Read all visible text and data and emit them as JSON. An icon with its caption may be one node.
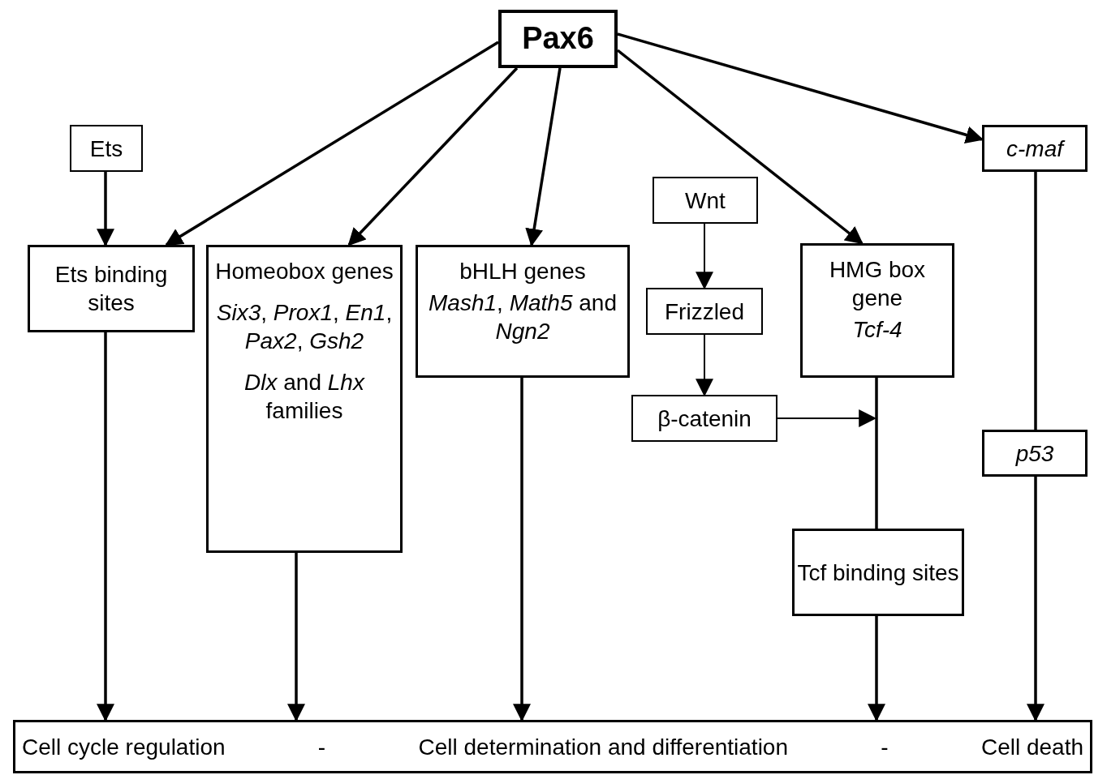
{
  "diagram": {
    "nodes": [
      {
        "text": [
          "Pax6"
        ]
      },
      {
        "text": [
          "Ets"
        ]
      },
      {
        "text": [
          "Ets binding sites"
        ]
      },
      {
        "text": [
          "Homeobox genes",
          "*Six3*, *Prox1*, *En1*, *Pax2*, *Gsh2*",
          "*Dlx* and *Lhx* families"
        ]
      },
      {
        "text": [
          "bHLH genes",
          "*Mash1*, *Math5* and *Ngn2*"
        ]
      },
      {
        "text": [
          "Wnt"
        ]
      },
      {
        "text": [
          "Frizzled"
        ]
      },
      {
        "text": [
          "β-catenin"
        ]
      },
      {
        "text": [
          "HMG box gene",
          "*Tcf-4*"
        ]
      },
      {
        "text": [
          "*c-maf*"
        ]
      },
      {
        "text": [
          "*p53*"
        ]
      },
      {
        "text": [
          "Tcf binding sites"
        ]
      },
      {
        "text": [
          "Cell cycle regulation",
          "-",
          "Cell determination and differentiation",
          "-",
          "Cell death"
        ]
      }
    ],
    "edges": [
      {
        "from": 0,
        "to": 2,
        "arrow": "to"
      },
      {
        "from": 0,
        "to": 3,
        "arrow": "to"
      },
      {
        "from": 0,
        "to": 4,
        "arrow": "to"
      },
      {
        "from": 0,
        "to": 8,
        "arrow": "to"
      },
      {
        "from": 0,
        "to": 9,
        "arrow": "to"
      },
      {
        "from": 1,
        "to": 2,
        "arrow": "to"
      },
      {
        "from": 2,
        "to": 12,
        "arrow": "to"
      },
      {
        "from": 3,
        "to": 12,
        "arrow": "to"
      },
      {
        "from": 4,
        "to": 12,
        "arrow": "to"
      },
      {
        "from": 5,
        "to": 6,
        "arrow": "to"
      },
      {
        "from": 6,
        "to": 7,
        "arrow": "to"
      },
      {
        "from": 7,
        "to": null,
        "arrow": "to"
      },
      {
        "from": 8,
        "to": 11,
        "arrow": "none"
      },
      {
        "from": 11,
        "to": 12,
        "arrow": "to"
      },
      {
        "from": 9,
        "to": 10,
        "arrow": "none"
      },
      {
        "from": 10,
        "to": 12,
        "arrow": "to"
      }
    ]
  }
}
